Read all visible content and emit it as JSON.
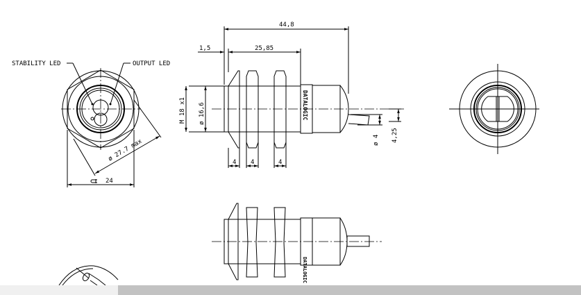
{
  "front_view": {
    "stability_led": "STABILITY LED",
    "output_led": "OUTPUT LED",
    "diameter_max": "ø 27.7 max",
    "wrench": "24"
  },
  "side_view": {
    "overall_length": "44,8",
    "flange": "1,5",
    "thread_length": "25,85",
    "thread": "M 18 x1",
    "diameter": "ø 16,6",
    "nut1": "4",
    "nut2": "4",
    "nut3": "4",
    "cable_diameter": "ø 4",
    "cable_offset": "4,25",
    "brand": "DATALOGIC"
  },
  "bottom_view": {
    "brand": "DATALOGIC"
  }
}
